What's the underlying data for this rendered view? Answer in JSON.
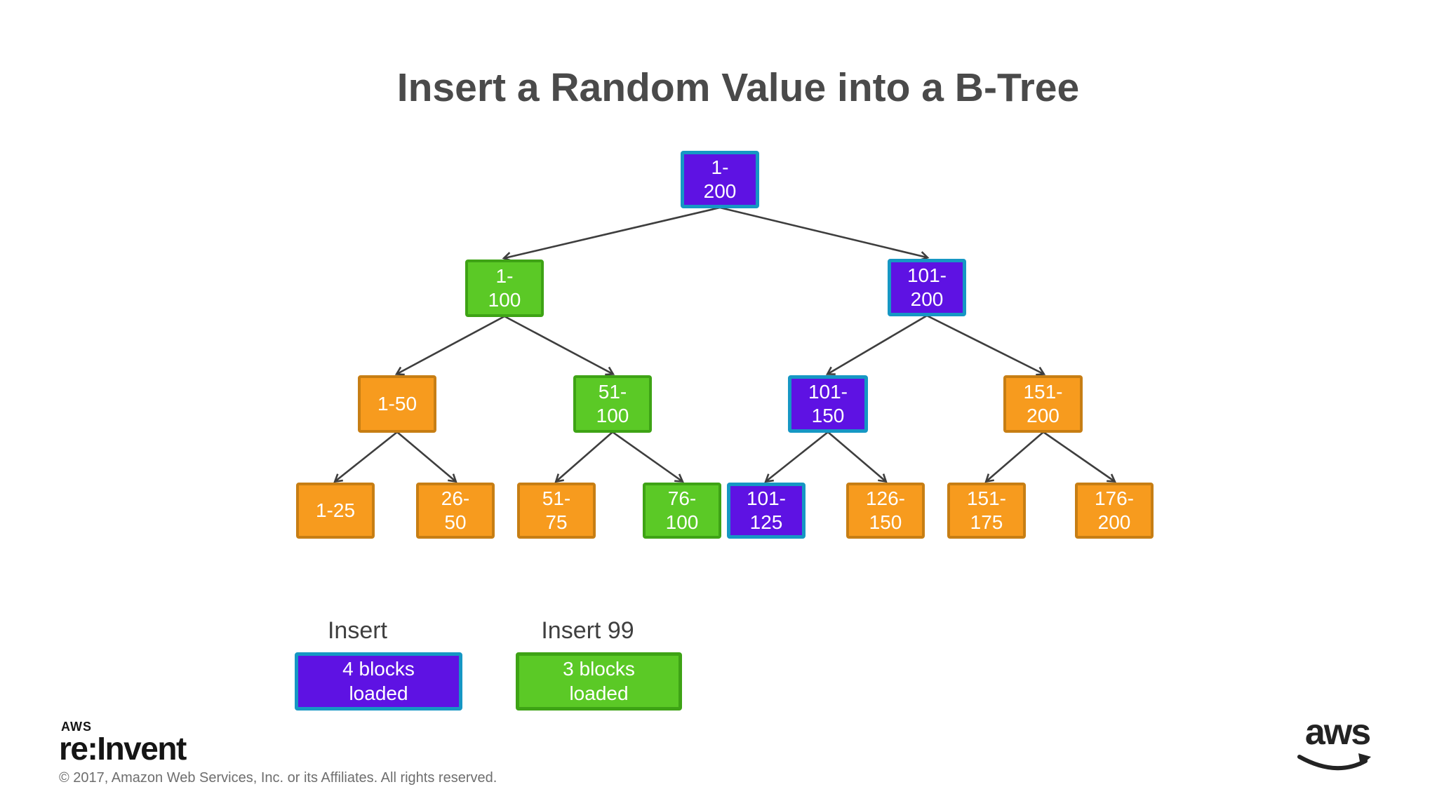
{
  "title": "Insert a Random Value into a B-Tree",
  "tree": {
    "nodes": [
      {
        "id": "1-200",
        "range": "1-200",
        "label": "1-\n200",
        "level": 1,
        "state": "loaded-by-insert"
      },
      {
        "id": "1-100",
        "range": "1-100",
        "label": "1-\n100",
        "level": 2,
        "state": "loaded-by-insert-99"
      },
      {
        "id": "101-200",
        "range": "101-200",
        "label": "101-\n200",
        "level": 2,
        "state": "loaded-by-insert"
      },
      {
        "id": "1-50",
        "range": "1-50",
        "label": "1-50",
        "level": 3,
        "state": "not-loaded"
      },
      {
        "id": "51-100",
        "range": "51-100",
        "label": "51-\n100",
        "level": 3,
        "state": "loaded-by-insert-99"
      },
      {
        "id": "101-150",
        "range": "101-150",
        "label": "101-\n150",
        "level": 3,
        "state": "loaded-by-insert"
      },
      {
        "id": "151-200",
        "range": "151-200",
        "label": "151-\n200",
        "level": 3,
        "state": "not-loaded"
      },
      {
        "id": "1-25",
        "range": "1-25",
        "label": "1-25",
        "level": 4,
        "state": "not-loaded"
      },
      {
        "id": "26-50",
        "range": "26-50",
        "label": "26-\n50",
        "level": 4,
        "state": "not-loaded"
      },
      {
        "id": "51-75",
        "range": "51-75",
        "label": "51-\n75",
        "level": 4,
        "state": "not-loaded"
      },
      {
        "id": "76-100",
        "range": "76-100",
        "label": "76-\n100",
        "level": 4,
        "state": "loaded-by-insert-99"
      },
      {
        "id": "101-125",
        "range": "101-125",
        "label": "101-\n125",
        "level": 4,
        "state": "loaded-by-insert"
      },
      {
        "id": "126-150",
        "range": "126-150",
        "label": "126-\n150",
        "level": 4,
        "state": "not-loaded"
      },
      {
        "id": "151-175",
        "range": "151-175",
        "label": "151-\n175",
        "level": 4,
        "state": "not-loaded"
      },
      {
        "id": "176-200",
        "range": "176-200",
        "label": "176-\n200",
        "level": 4,
        "state": "not-loaded"
      }
    ],
    "edges": [
      {
        "from": "1-200",
        "to": "1-100"
      },
      {
        "from": "1-200",
        "to": "101-200"
      },
      {
        "from": "1-100",
        "to": "1-50"
      },
      {
        "from": "1-100",
        "to": "51-100"
      },
      {
        "from": "101-200",
        "to": "101-150"
      },
      {
        "from": "101-200",
        "to": "151-200"
      },
      {
        "from": "1-50",
        "to": "1-25"
      },
      {
        "from": "1-50",
        "to": "26-50"
      },
      {
        "from": "51-100",
        "to": "51-75"
      },
      {
        "from": "51-100",
        "to": "76-100"
      },
      {
        "from": "101-150",
        "to": "101-125"
      },
      {
        "from": "101-150",
        "to": "126-150"
      },
      {
        "from": "151-200",
        "to": "151-175"
      },
      {
        "from": "151-200",
        "to": "176-200"
      }
    ]
  },
  "legend": {
    "insert": {
      "label": "Insert",
      "box_text": "4 blocks\nloaded"
    },
    "insert_99": {
      "label": "Insert 99",
      "box_text": "3 blocks\nloaded"
    }
  },
  "footer": {
    "reinvent_logo_top": "AWS",
    "reinvent_logo_main": "re:Invent",
    "copyright": "© 2017, Amazon Web Services, Inc. or its Affiliates. All rights reserved.",
    "aws_logo_text": "aws"
  },
  "colors": {
    "loaded_by_insert_fill": "#5e12e3",
    "loaded_by_insert_border": "#1697c4",
    "loaded_by_insert99_fill": "#5bc926",
    "loaded_by_insert99_border": "#3ea315",
    "not_loaded_fill": "#f79b1e",
    "not_loaded_border": "#c77e14",
    "arrow": "#3e3e3e",
    "title_text": "#4a4a4a"
  }
}
